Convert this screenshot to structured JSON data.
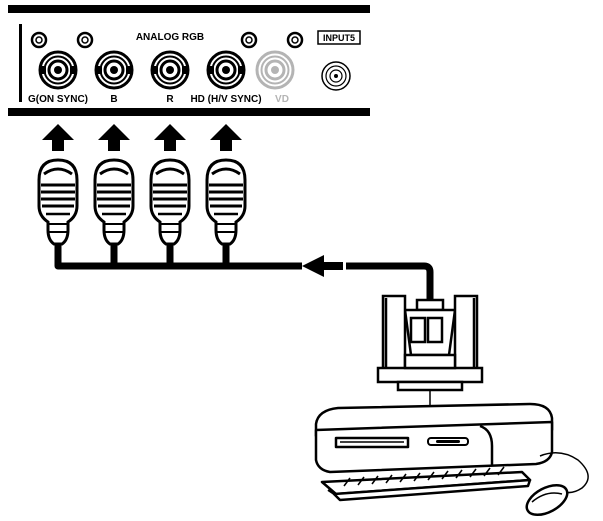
{
  "panel": {
    "group_label": "ANALOG RGB",
    "input_label": "INPUT5",
    "connectors": [
      {
        "label": "G(ON SYNC)",
        "active": true
      },
      {
        "label": "B",
        "active": true
      },
      {
        "label": "R",
        "active": true
      },
      {
        "label": "HD (H/V SYNC)",
        "active": true
      },
      {
        "label": "VD",
        "active": false
      }
    ]
  },
  "colors": {
    "line": "#000000",
    "inactive": "#b4b4b4",
    "background": "#ffffff"
  },
  "icons": [
    "bnc-connector-icon",
    "arrow-up-icon",
    "bnc-plug-icon",
    "vga-connector-icon",
    "computer-icon",
    "mouse-icon"
  ]
}
